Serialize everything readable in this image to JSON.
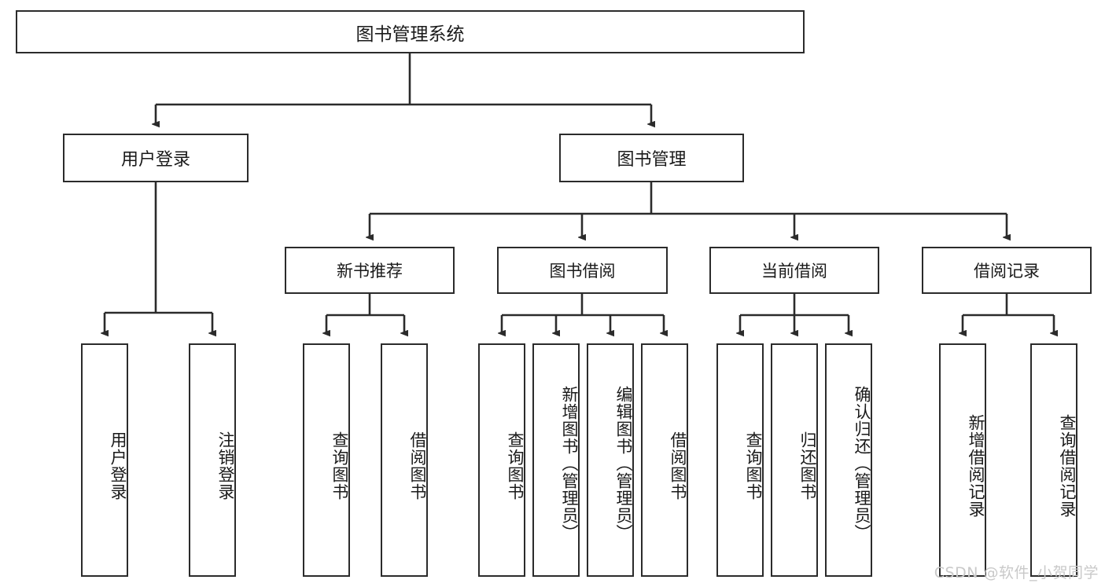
{
  "diagram": {
    "title": "图书管理系统",
    "type": "tree-hierarchy-chart",
    "colors": {
      "line": "#2b2b2b",
      "box_fill": "#ffffff",
      "text": "#1a1a1a",
      "watermark": "#c9c9c9"
    },
    "root": {
      "label": "图书管理系统"
    },
    "level1": [
      {
        "label": "用户登录"
      },
      {
        "label": "图书管理"
      }
    ],
    "level2": [
      {
        "label": "新书推荐"
      },
      {
        "label": "图书借阅"
      },
      {
        "label": "当前借阅"
      },
      {
        "label": "借阅记录"
      }
    ],
    "leaves": {
      "user_login": [
        {
          "label": "用户登录"
        },
        {
          "label": "注销登录"
        }
      ],
      "new_book_recommend": [
        {
          "label": "查询图书"
        },
        {
          "label": "借阅图书"
        }
      ],
      "book_borrow": [
        {
          "label": "查询图书"
        },
        {
          "label": "新增图书（管理员）"
        },
        {
          "label": "编辑图书（管理员）"
        },
        {
          "label": "借阅图书"
        }
      ],
      "current_borrow": [
        {
          "label": "查询图书"
        },
        {
          "label": "归还图书"
        },
        {
          "label": "确认归还（管理员）"
        }
      ],
      "borrow_record": [
        {
          "label": "新增借阅记录"
        },
        {
          "label": "查询借阅记录"
        }
      ]
    },
    "watermark": "CSDN @软件_小贺同学"
  }
}
